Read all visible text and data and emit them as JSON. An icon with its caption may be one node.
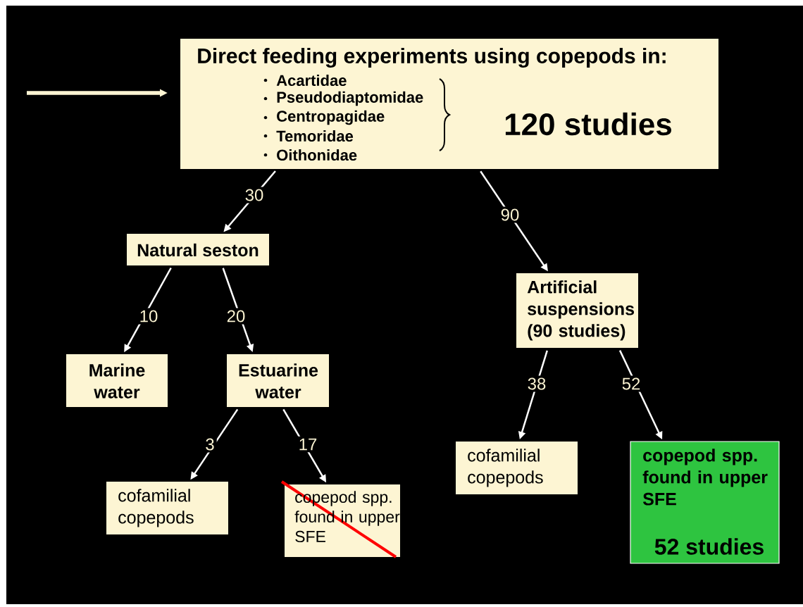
{
  "diagram": {
    "nodes": [
      {
        "text": [
          "Direct feeding experiments using copepods in:",
          "Acartidae",
          "Pseudodiaptomidae",
          "Centropagidae",
          "Temoridae",
          "Oithonidae",
          "120 studies"
        ]
      },
      {
        "text": [
          "Natural seston"
        ]
      },
      {
        "text": [
          "Artificial suspensions (90 studies)"
        ]
      },
      {
        "text": [
          "Marine water"
        ]
      },
      {
        "text": [
          "Estuarine water"
        ]
      },
      {
        "text": [
          "cofamilial copepods"
        ]
      },
      {
        "text": [
          "copepod spp. found in upper SFE"
        ]
      },
      {
        "text": [
          "cofamilial copepods"
        ]
      },
      {
        "text": [
          "copepod spp. found in upper SFE",
          "52 studies"
        ]
      }
    ],
    "edges": [
      {
        "from": null,
        "to": 0,
        "arrow": "to",
        "style": "thick",
        "color": "#fdf5d3"
      },
      {
        "from": 0,
        "to": 1,
        "arrow": "to",
        "label": "30"
      },
      {
        "from": 0,
        "to": 2,
        "arrow": "to",
        "label": "90"
      },
      {
        "from": 1,
        "to": 3,
        "arrow": "to",
        "label": "10"
      },
      {
        "from": 1,
        "to": 4,
        "arrow": "to",
        "label": "20"
      },
      {
        "from": 4,
        "to": 5,
        "arrow": "to",
        "label": "3"
      },
      {
        "from": 4,
        "to": 6,
        "arrow": "to",
        "label": "17"
      },
      {
        "from": 2,
        "to": 7,
        "arrow": "to",
        "label": "38"
      },
      {
        "from": 2,
        "to": 8,
        "arrow": "to",
        "label": "52"
      }
    ]
  }
}
